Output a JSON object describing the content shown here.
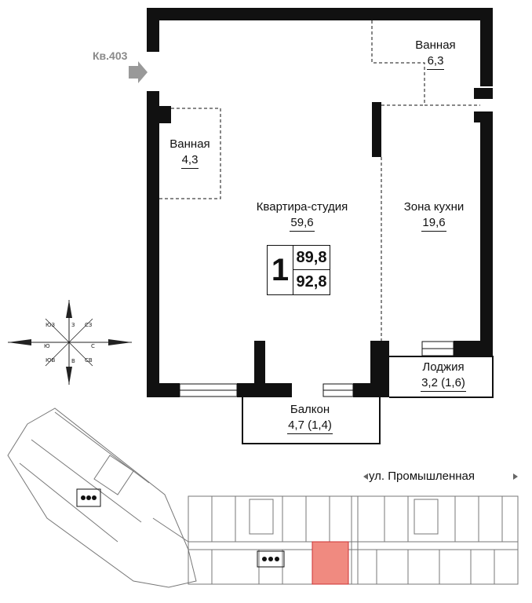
{
  "apartment": {
    "rooms": "1",
    "area_living": "89,8",
    "area_total": "92,8",
    "entry_label": "Кв.403",
    "highlight_color": "#f08a80"
  },
  "rooms": [
    {
      "name": "Ванная",
      "area": "6,3"
    },
    {
      "name": "Ванная",
      "area": "4,3"
    },
    {
      "name": "Квартира-студия",
      "area": "59,6"
    },
    {
      "name": "Зона кухни",
      "area": "19,6"
    },
    {
      "name": "Лоджия",
      "area": "3,2 (1,6)"
    },
    {
      "name": "Балкон",
      "area": "4,7 (1,4)"
    }
  ],
  "compass": {
    "n": "С",
    "s": "Ю",
    "w": "З",
    "e": "В",
    "ne": "СВ",
    "nw": "СЗ",
    "se": "ЮВ",
    "sw": "ЮЗ"
  },
  "street": {
    "label": "ул. Промышленная"
  }
}
